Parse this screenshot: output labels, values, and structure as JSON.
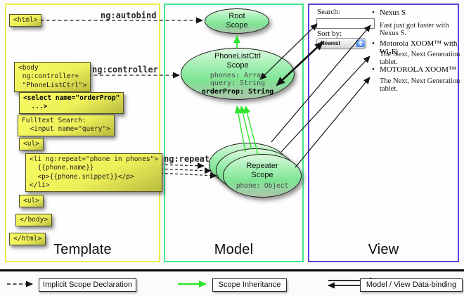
{
  "columns": {
    "template": {
      "label": "Template"
    },
    "model": {
      "label": "Model"
    },
    "view": {
      "label": "View"
    }
  },
  "template": {
    "boxes": {
      "html_open": "<html>",
      "body_open": "<body\n ng:controller=\n \"PhoneListCtrl\">",
      "select": "<select name=\"orderProp\"\n  ...>",
      "fulltext": "Fulltext Search:\n  <input name=\"query\">",
      "ul_open": "<ul>",
      "li_repeat": "<li ng:repeat=\"phone in phones\">\n  {{phone.name}}\n  <p>{{phone.snippet}}</p>\n</li>",
      "ul_close": "<ul>",
      "body_close": "</body>",
      "html_close": "</html>"
    }
  },
  "labels": {
    "ng_autobind": "ng:autobind",
    "ng_controller": "ng:controller",
    "ng_repeat": "ng:repeat"
  },
  "model": {
    "root_scope": {
      "title": "Root\nScope"
    },
    "phonelistctrl_scope": {
      "title": "PhoneListCtrl\nScope",
      "props": [
        "phones: Array",
        "query: String",
        "orderProp: String"
      ]
    },
    "repeater_scope": {
      "title": "Repeater\nScope",
      "prop": "phone: Object"
    }
  },
  "view": {
    "search_label": "Search:",
    "search_value": "",
    "sort_label": "Sort by:",
    "sort_value": "Newest",
    "items": [
      {
        "name": "Nexus S",
        "snippet": "Fast just got faster with Nexus S."
      },
      {
        "name": "Motorola XOOM™  with Wi-Fi",
        "snippet": "The Next, Next Generation tablet."
      },
      {
        "name": "MOTOROLA XOOM™",
        "snippet": "The Next, Next Generation tablet."
      }
    ]
  },
  "legend": {
    "implicit": "Implicit Scope Declaration",
    "inheritance": "Scope Inheritance",
    "binding": "Model / View Data-binding"
  },
  "icons": {
    "bullet": "•"
  },
  "colors": {
    "template_border": "#f0ec4b",
    "model_border": "#40e98d",
    "view_border": "#5b43dd",
    "box_yellow": "#eef05a",
    "scope_green": "#8ce9a2",
    "arrow_green": "#2ee52e",
    "arrow_black": "#141414"
  }
}
